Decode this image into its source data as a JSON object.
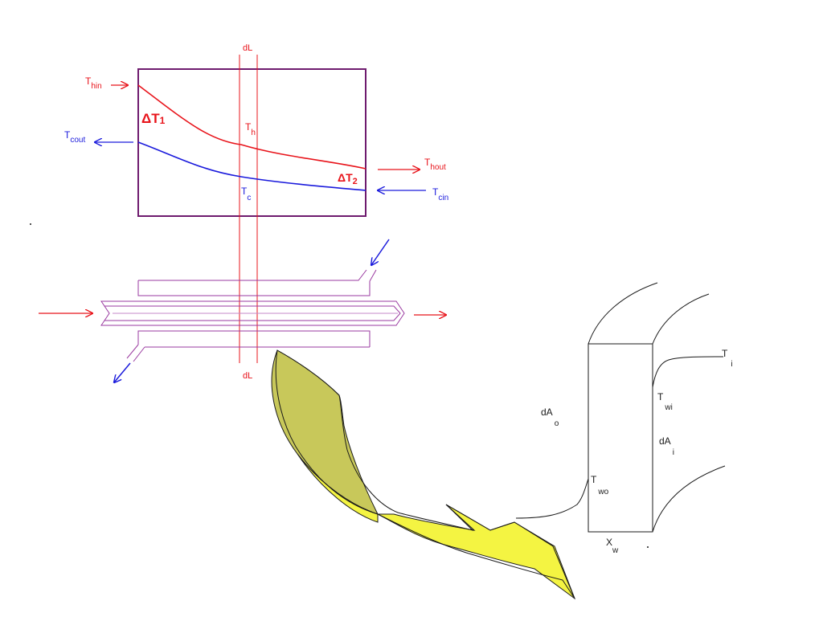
{
  "colors": {
    "hot": "#e8141b",
    "cold": "#1a1adc",
    "box": "#6e1b6e",
    "pipe": "#9a3aa0",
    "ink": "#1a1a1a",
    "arrow_fill": "#f4f442",
    "arrow_shade": "#c8c85a"
  },
  "labels": {
    "thin": {
      "main": "T",
      "sub": "hin"
    },
    "tcout": {
      "main": "T",
      "sub": "cout"
    },
    "thout": {
      "main": "T",
      "sub": "hout"
    },
    "tcin": {
      "main": "T",
      "sub": "cin"
    },
    "th": {
      "main": "T",
      "sub": "h"
    },
    "tc": {
      "main": "T",
      "sub": "c"
    },
    "dt1": {
      "main": "ΔT",
      "sub": "1"
    },
    "dt2": {
      "main": "ΔT",
      "sub": "2"
    },
    "dl_top": "dL",
    "dl_bottom": "dL",
    "ti": {
      "main": "T",
      "sub": "i"
    },
    "twi": {
      "main": "T",
      "sub": "wi"
    },
    "two": {
      "main": "T",
      "sub": "wo"
    },
    "dao": {
      "main": "dA",
      "sub": "o"
    },
    "dai": {
      "main": "dA",
      "sub": "i"
    },
    "xw": {
      "main": "X",
      "sub": "w"
    }
  }
}
